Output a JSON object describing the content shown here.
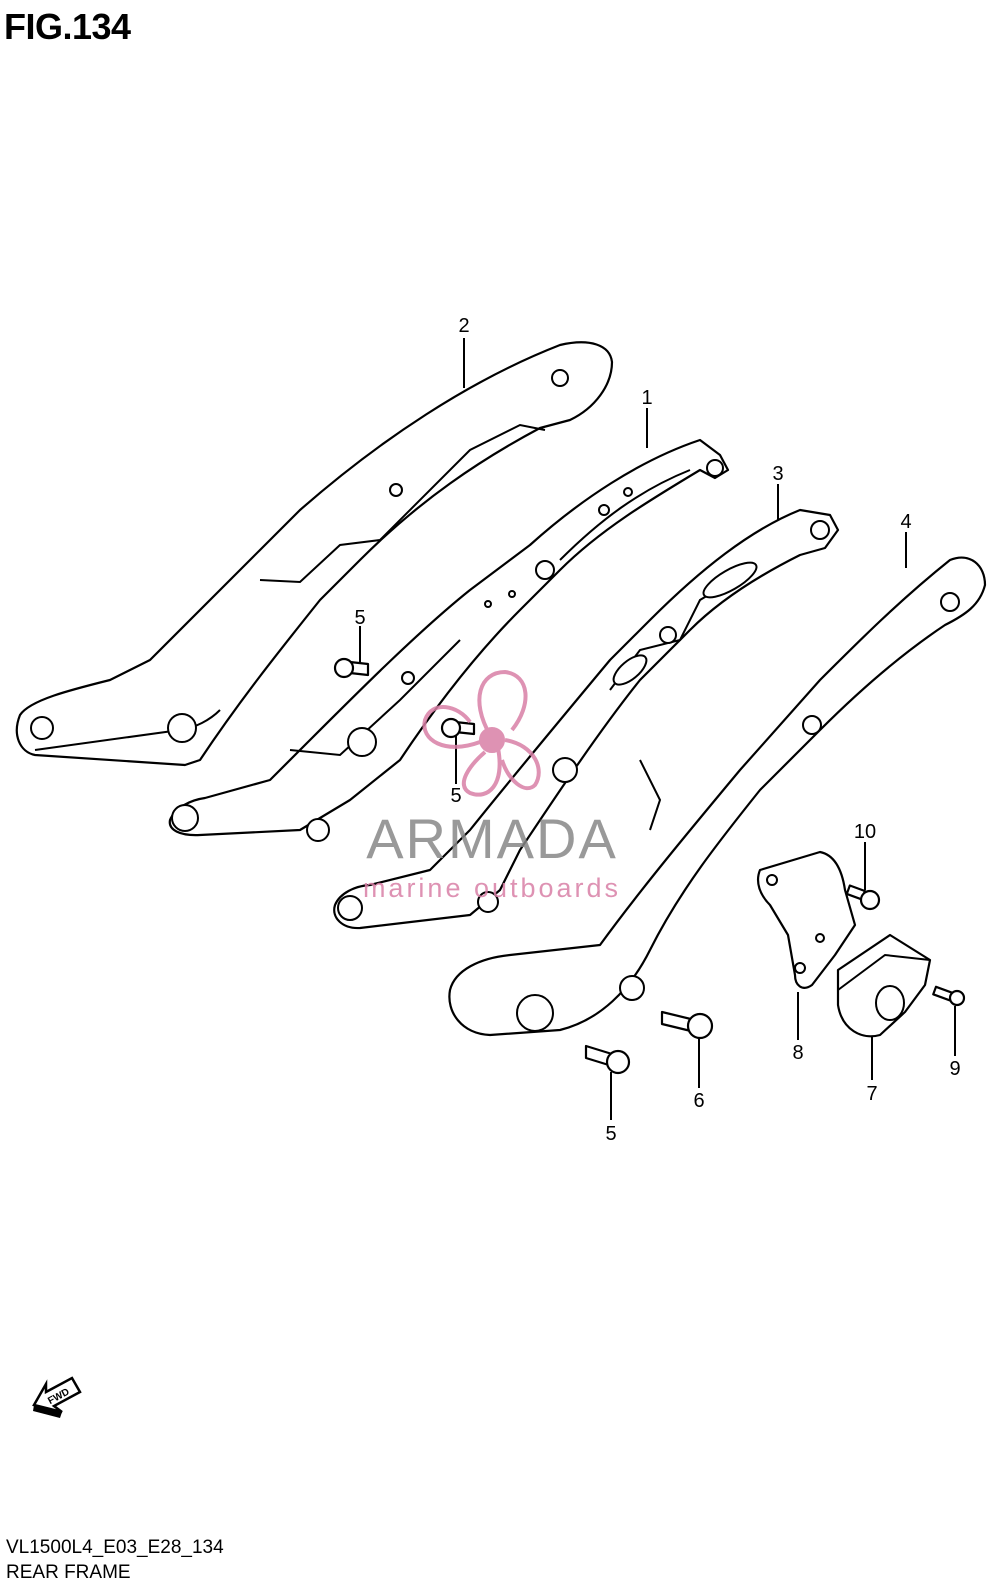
{
  "figure": {
    "title": "FIG.134"
  },
  "footer": {
    "code": "VL1500L4_E03_E28_134",
    "name": "REAR FRAME"
  },
  "watermark": {
    "brand": "ARMADA",
    "tagline": "marine outboards",
    "color": "#d97fa6",
    "icon": "propeller-logo"
  },
  "fwd_arrow": {
    "label": "FWD",
    "icon": "forward-arrow-icon"
  },
  "callouts": {
    "c1": "1",
    "c2": "2",
    "c3": "3",
    "c4": "4",
    "c5a": "5",
    "c5b": "5",
    "c5c": "5",
    "c6": "6",
    "c7": "7",
    "c8": "8",
    "c9": "9",
    "c10": "10"
  }
}
